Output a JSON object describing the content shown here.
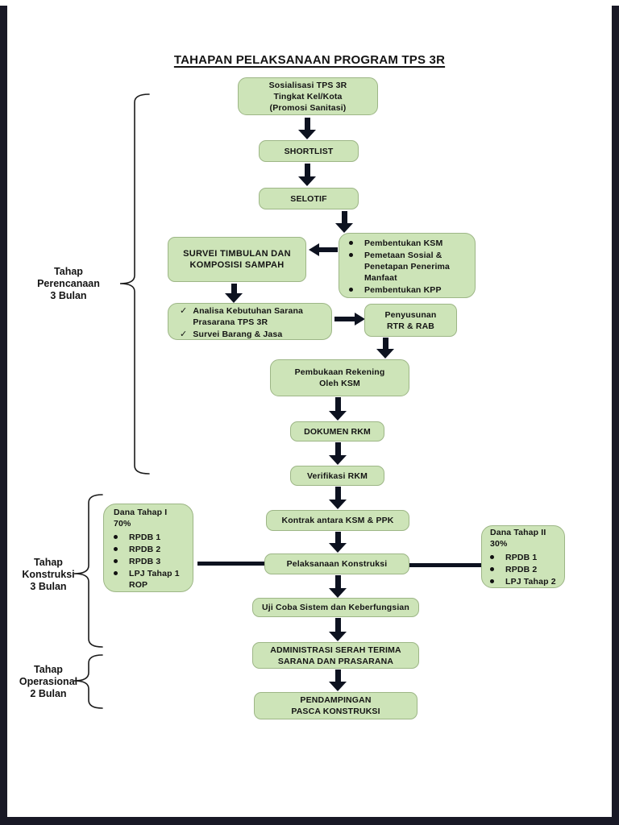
{
  "title": "TAHAPAN PELAKSANAAN PROGRAM TPS 3R",
  "icons": {
    "check": "✓"
  },
  "colors": {
    "box_fill": "#cde4b8",
    "box_border": "#9db686",
    "arrow": "#0d1220",
    "frame": "#191926",
    "text": "#141414"
  },
  "phases": {
    "perencanaan": {
      "lines": [
        "Tahap",
        "Perencanaan",
        "3 Bulan"
      ]
    },
    "konstruksi": {
      "lines": [
        "Tahap",
        "Konstruksi",
        "3 Bulan"
      ]
    },
    "operasional": {
      "lines": [
        "Tahap",
        "Operasional",
        "2 Bulan"
      ]
    }
  },
  "nodes": {
    "sosialisasi": {
      "lines": [
        "Sosialisasi TPS 3R",
        "Tingkat Kel/Kota",
        "(Promosi Sanitasi)"
      ]
    },
    "shortlist": {
      "label": "SHORTLIST"
    },
    "selotif": {
      "label": "SELOTIF"
    },
    "survei": {
      "lines": [
        "SURVEI TIMBULAN DAN",
        "KOMPOSISI SAMPAH"
      ]
    },
    "pembentukan": {
      "bullets": [
        "Pembentukan KSM",
        "Pemetaan Sosial & Penetapan Penerima Manfaat",
        "Pembentukan KPP"
      ]
    },
    "analisa": {
      "checklist": [
        "Analisa Kebutuhan Sarana Prasarana TPS 3R",
        "Survei Barang & Jasa"
      ]
    },
    "penyusunan": {
      "lines": [
        "Penyusunan",
        "RTR & RAB"
      ]
    },
    "pembukaan": {
      "lines": [
        "Pembukaan Rekening",
        "Oleh KSM"
      ]
    },
    "dokumen": {
      "label": "DOKUMEN RKM"
    },
    "verifikasi": {
      "label": "Verifikasi RKM"
    },
    "kontrak": {
      "label": "Kontrak antara KSM & PPK"
    },
    "dana_tahap_1": {
      "title": "Dana Tahap I",
      "subtitle": "70%",
      "bullets": [
        "RPDB 1",
        "RPDB 2",
        "RPDB 3",
        "LPJ Tahap 1 ROP"
      ]
    },
    "pelaksanaan": {
      "label": "Pelaksanaan Konstruksi"
    },
    "dana_tahap_2": {
      "title": "Dana Tahap II",
      "subtitle": "30%",
      "bullets": [
        "RPDB 1",
        "RPDB 2",
        "LPJ Tahap 2"
      ]
    },
    "uji_coba": {
      "label": "Uji Coba Sistem dan Keberfungsian"
    },
    "administrasi": {
      "lines": [
        "ADMINISTRASI SERAH TERIMA",
        "SARANA DAN PRASARANA"
      ]
    },
    "pendampingan": {
      "lines": [
        "PENDAMPINGAN",
        "PASCA KONSTRUKSI"
      ]
    }
  }
}
